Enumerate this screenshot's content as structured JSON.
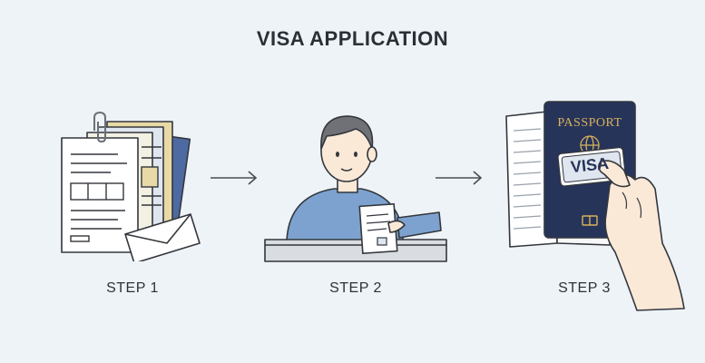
{
  "title": "VISA APPLICATION",
  "steps": [
    {
      "label": "STEP 1",
      "icon": "documents-envelope-icon"
    },
    {
      "label": "STEP 2",
      "icon": "person-at-counter-icon"
    },
    {
      "label": "STEP 3",
      "icon": "passport-in-hand-icon"
    }
  ],
  "passport": {
    "cover_text": "PASSPORT",
    "stamp_text": "VISA"
  },
  "colors": {
    "background": "#eef3f8",
    "passport_navy": "#27345a",
    "gold": "#d9b25a",
    "shirt_blue": "#7da2cf",
    "outline": "#33373d"
  }
}
